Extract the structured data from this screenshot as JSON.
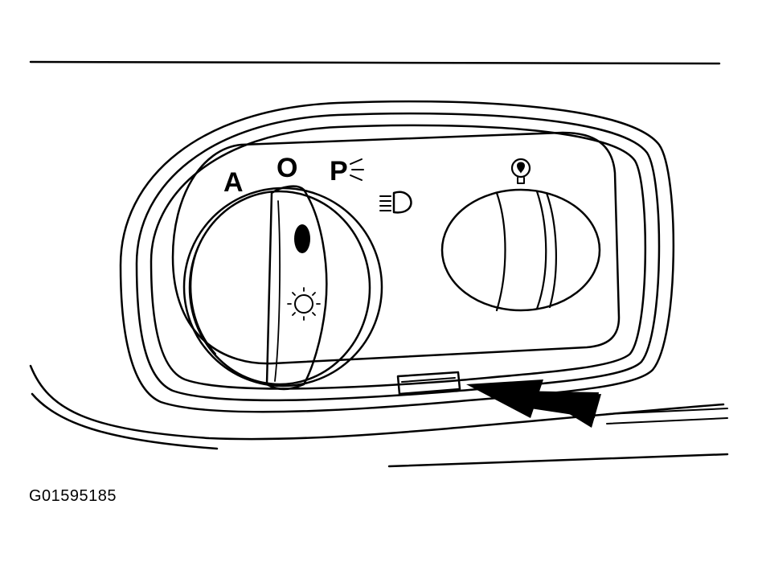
{
  "switch_labels": {
    "auto": "A",
    "off": "O",
    "parking": "P"
  },
  "icons": {
    "parking_lamp": "parking-lamp-icon",
    "headlamp": "headlamp-icon",
    "panel_dimmer": "panel-dimmer-icon",
    "fog_lamp": "fog-lamp-icon"
  },
  "figure_id": "G01595185",
  "colors": {
    "ink": "#000000",
    "paper": "#ffffff"
  }
}
